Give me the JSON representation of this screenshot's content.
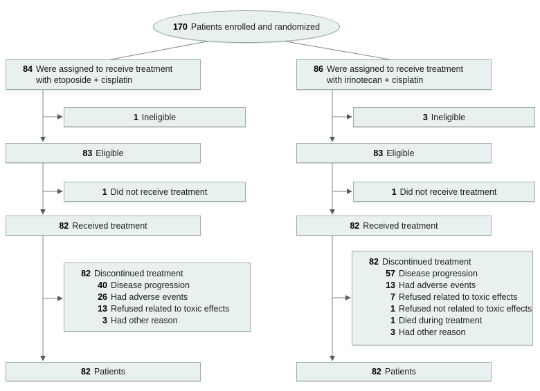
{
  "ellipse": {
    "count": "170",
    "label": "Patients enrolled and randomized"
  },
  "left": {
    "assign": {
      "count": "84",
      "line1": "Were assigned to receive treatment",
      "line2": "with etoposide + cisplatin"
    },
    "ineligible": {
      "count": "1",
      "label": "Ineligible"
    },
    "eligible": {
      "count": "83",
      "label": "Eligible"
    },
    "not_treated": {
      "count": "1",
      "label": "Did not receive treatment"
    },
    "received": {
      "count": "82",
      "label": "Received treatment"
    },
    "discontinued": {
      "count": "82",
      "label": "Discontinued treatment",
      "reasons": [
        {
          "count": "40",
          "label": "Disease progression"
        },
        {
          "count": "26",
          "label": "Had adverse events"
        },
        {
          "count": "13",
          "label": "Refused related to toxic effects"
        },
        {
          "count": "3",
          "label": "Had other reason"
        }
      ]
    },
    "final": {
      "count": "82",
      "label": "Patients"
    }
  },
  "right": {
    "assign": {
      "count": "86",
      "line1": "Were assigned to receive treatment",
      "line2": "with irinotecan + cisplatin"
    },
    "ineligible": {
      "count": "3",
      "label": "Ineligible"
    },
    "eligible": {
      "count": "83",
      "label": "Eligible"
    },
    "not_treated": {
      "count": "1",
      "label": "Did not receive treatment"
    },
    "received": {
      "count": "82",
      "label": "Received treatment"
    },
    "discontinued": {
      "count": "82",
      "label": "Discontinued treatment",
      "reasons": [
        {
          "count": "57",
          "label": "Disease progression"
        },
        {
          "count": "13",
          "label": "Had adverse events"
        },
        {
          "count": "7",
          "label": "Refused related to toxic effects"
        },
        {
          "count": "1",
          "label": "Refused not related to toxic effects"
        },
        {
          "count": "1",
          "label": "Died during treatment"
        },
        {
          "count": "3",
          "label": "Had other reason"
        }
      ]
    },
    "final": {
      "count": "82",
      "label": "Patients"
    }
  },
  "colors": {
    "box_fill": "#e9f1f0",
    "box_border": "#9fabab",
    "line": "#7d8585",
    "arrowhead": "#545e5e",
    "text": "#1c1c1c"
  }
}
